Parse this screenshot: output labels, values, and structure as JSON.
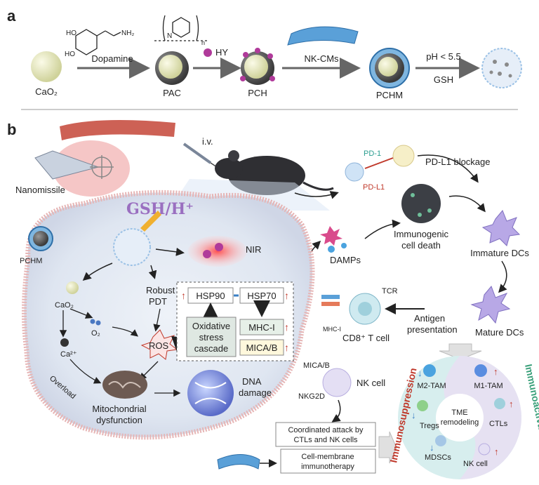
{
  "panel_a": {
    "label": "a",
    "nodes": [
      "CaO₂",
      "PAC",
      "PCH",
      "PCHM"
    ],
    "steps": [
      "Dopamine",
      "HY",
      "NK-CMs",
      "pH < 5.5",
      "GSH"
    ],
    "chem_labels": {
      "ho1": "HO",
      "ho2": "HO",
      "nh2": "NH₂",
      "nh": "N",
      "n_sub": "n"
    }
  },
  "panel_b": {
    "label": "b",
    "top": {
      "nanomissile": "Nanomissile",
      "iv": "i.v.",
      "pd1": "PD-1",
      "pdl1": "PD-L1",
      "pdl1_blockage": "PD-L1 blockage"
    },
    "cell": {
      "title": "GSH/H⁺",
      "nir": "NIR",
      "pchm": "PCHM",
      "cao2": "CaO₂",
      "o2": "O₂",
      "ca": "Ca²⁺",
      "robust_pdt": [
        "Robust",
        "PDT"
      ],
      "ros": "ROS",
      "overload": "Overload",
      "mito": [
        "Mitochondrial",
        "dysfunction"
      ],
      "dna": [
        "DNA",
        "damage"
      ],
      "box": {
        "hsp90": "HSP90",
        "hsp70": "HSP70",
        "oxidative": [
          "Oxidative",
          "stress",
          "cascade"
        ],
        "mhc": "MHC-I",
        "mica": "MICA/B"
      }
    },
    "right": {
      "damps": "DAMPs",
      "icd": [
        "Immunogenic",
        "cell death"
      ],
      "imm_dcs": "Immature DCs",
      "tcr": "TCR",
      "mhc_small": "MHC-I",
      "cd8": "CD8⁺ T cell",
      "antigen": [
        "Antigen",
        "presentation"
      ],
      "mature_dcs": "Mature DCs",
      "mica_small": "MICA/B",
      "nkg2d": "NKG2D",
      "nk_cell": "NK cell",
      "coord": [
        "Coordinated attack by",
        "CTLs and NK cells"
      ],
      "cmi": [
        "Cell-membrane",
        "immunotherapy"
      ]
    },
    "tme": {
      "suppression": "Immunosuppression",
      "activation": "Immunoactivation",
      "center": [
        "TME",
        "remodeling"
      ],
      "items": [
        "M2-TAM",
        "Tregs",
        "MDSCs",
        "M1-TAM",
        "CTLs",
        "NK cell"
      ]
    }
  }
}
